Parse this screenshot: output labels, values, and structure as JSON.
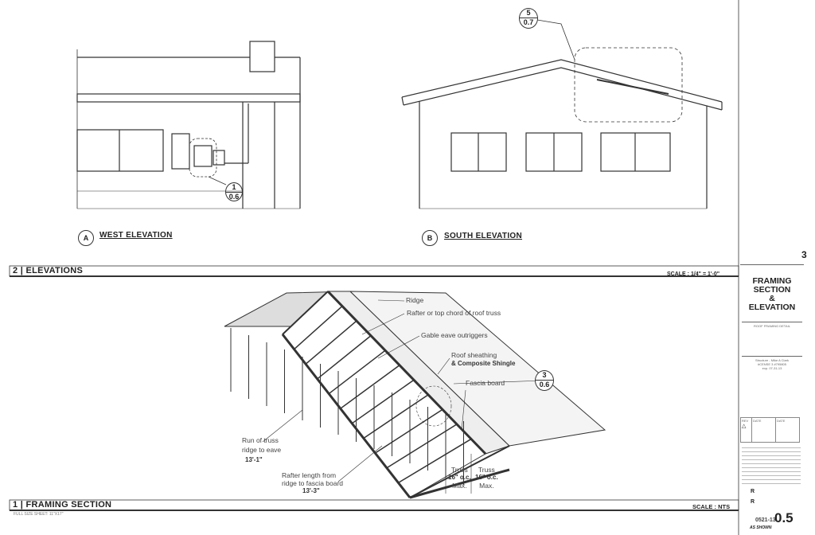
{
  "elevations": {
    "section_number": "2",
    "section_title": "ELEVATIONS",
    "scale": "SCALE :  1/4\" = 1'-0\"",
    "west": {
      "tag": "A",
      "title": "WEST ELEVATION",
      "callout": {
        "top": "1",
        "bottom": "0.6"
      }
    },
    "south": {
      "tag": "B",
      "title": "SOUTH ELEVATION",
      "callout": {
        "top": "5",
        "bottom": "0.7"
      }
    }
  },
  "framing": {
    "section_number": "1",
    "section_title": "FRAMING SECTION",
    "scale": "SCALE : NTS",
    "sheet_note": "FULL SIZE SHEET: 11\"X17\"",
    "callout": {
      "top": "3",
      "bottom": "0.6"
    },
    "labels": {
      "ridge": "Ridge",
      "rafter": "Rafter or top chord of roof truss",
      "outriggers": "Gable eave outriggers",
      "sheathing": "Roof sheathing",
      "shingle": "& Composite Shingle",
      "fascia": "Fascia board",
      "run1": "Run of truss",
      "run2": "ridge to eave",
      "run_value": "13'-1\"",
      "rafter_len1": "Rafter length from",
      "rafter_len2": "ridge to fascia board",
      "rafter_len_value": "13'-3\"",
      "truss_a": [
        "Truss",
        "16\" o.c.",
        "Max."
      ],
      "truss_b": [
        "Truss",
        "16\" o.c.",
        "Max."
      ]
    }
  },
  "title_block": {
    "page_marker": "3",
    "title_lines": [
      "FRAMING",
      "SECTION",
      "&",
      "ELEVATION"
    ],
    "subtitle": "ROOF FRAMING DETAIL",
    "signature": [
      "Structure - Mike A Clark",
      "#CENSE 3 #795805",
      "exp. 07-31-13"
    ],
    "rev_headers": [
      "REV",
      "DATE",
      "DATE"
    ],
    "drawn": "R",
    "checked": "R",
    "job": "0521-13",
    "sheet": "0.5",
    "scale_note": "AS SHOWN"
  }
}
